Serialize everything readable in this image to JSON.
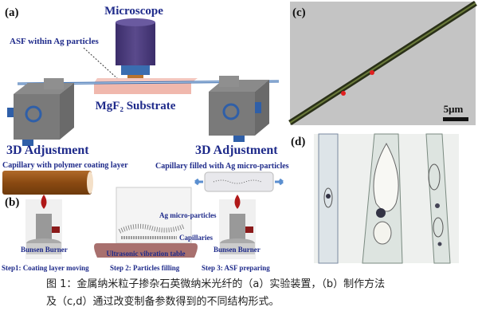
{
  "panel_a": {
    "label": "(a)",
    "microscope": "Microscope",
    "asf": "ASF within Ag particles",
    "substrate": "MgF₂ Substrate",
    "adjust_left": "3D Adjustment",
    "adjust_right": "3D Adjustment"
  },
  "panel_b": {
    "label": "(b)",
    "capillary_coating": "Capillary with polymer coating layer",
    "capillary_filled": "Capillary filled with Ag micro-particles",
    "burner_left": "Bunsen Burner",
    "burner_right": "Bunsen Burner",
    "ag_particles": "Ag micro-particles",
    "capillaries": "Capillaries",
    "table": "Ultrasonic vibration table",
    "step1": "Step1: Coating layer moving",
    "step2": "Step 2: Particles filling",
    "step3": "Step 3: ASF preparing"
  },
  "panel_c": {
    "label": "(c)",
    "scale": "5μm"
  },
  "panel_d": {
    "label": "(d)"
  },
  "caption": {
    "line1": "图 1：金属纳米粒子掺杂石英微纳米光纤的（a）实验装置，（b）制作方法",
    "line2": "及（c,d）通过改变制备参数得到的不同结构形式。"
  }
}
